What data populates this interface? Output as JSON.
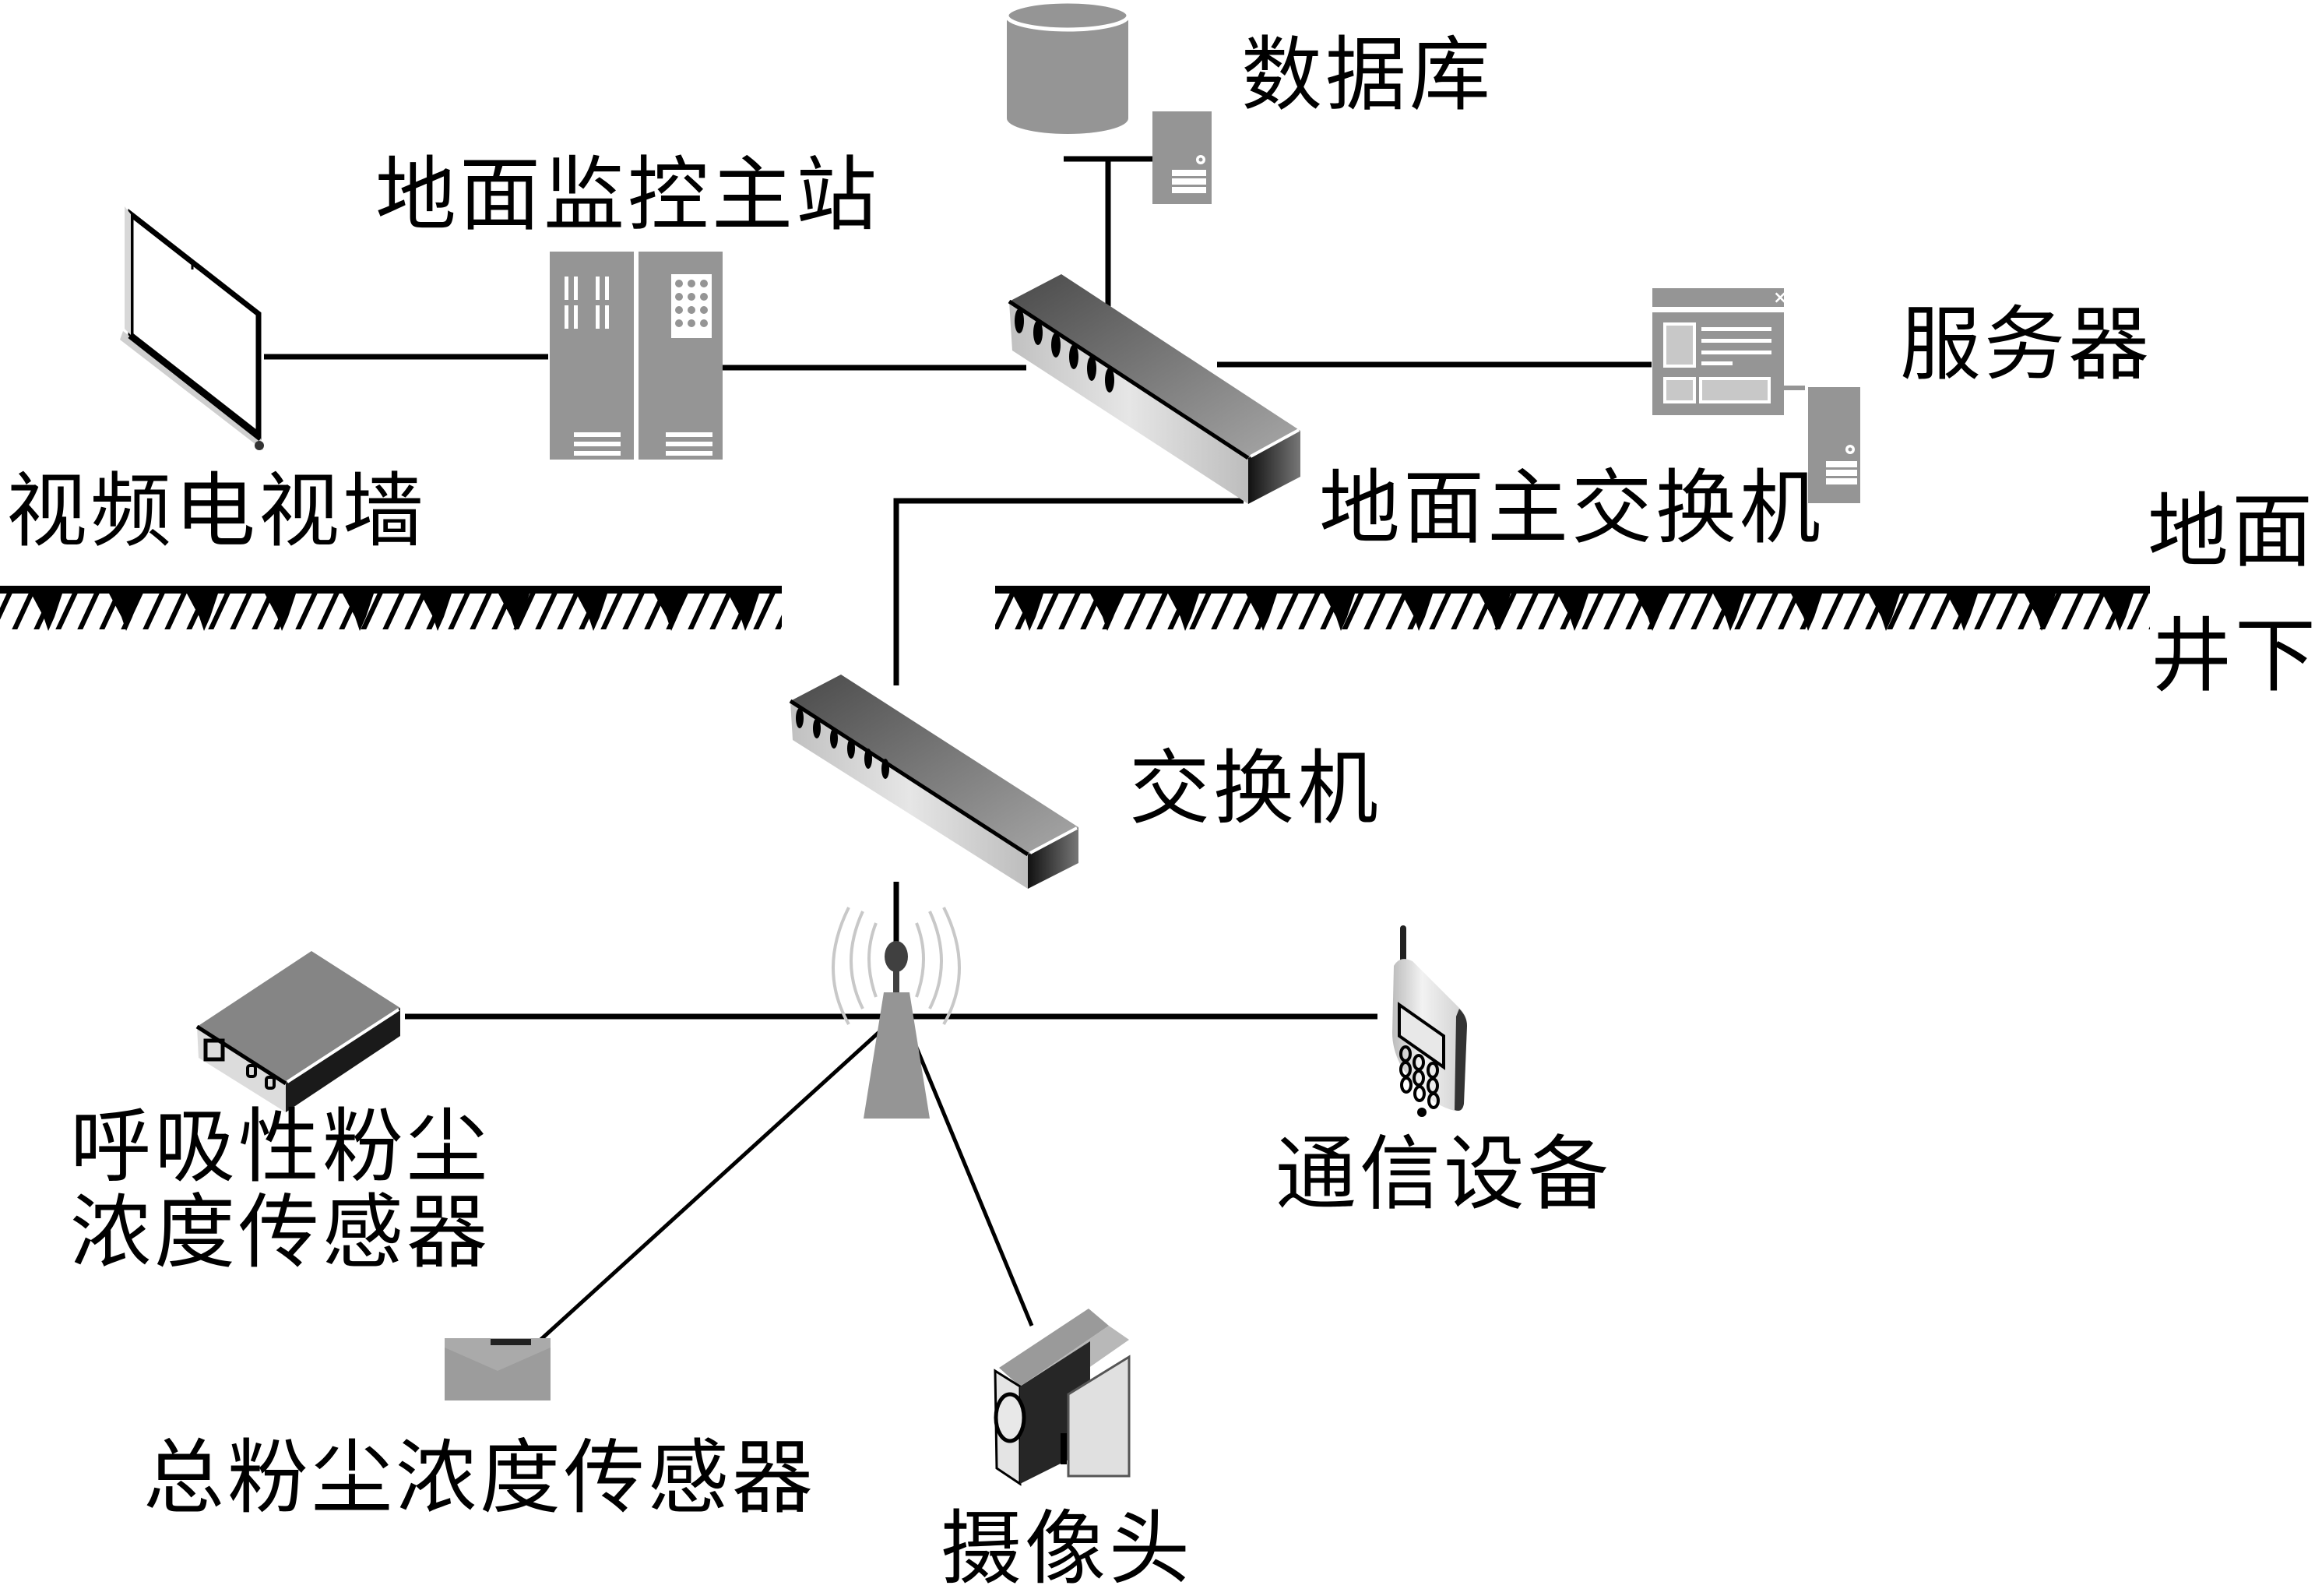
{
  "title": "煤矿粉尘监测网络拓扑图",
  "labels": {
    "database": "数据库",
    "ground_monitor_station": "地面监控主站",
    "video_wall": "视频电视墙",
    "server": "服务器",
    "ground_main_switch": "地面主交换机",
    "surface": "地面",
    "underground": "井下",
    "switch": "交换机",
    "respirable_sensor_line1": "呼吸性粉尘",
    "respirable_sensor_line2": "浓度传感器",
    "communication_device": "通信设备",
    "total_dust_sensor": "总粉尘浓度传感器",
    "camera": "摄像头"
  },
  "colors": {
    "device_gray": "#959595",
    "line": "#000000",
    "light_gray": "#c8c8c8",
    "dark_gray": "#404040"
  }
}
